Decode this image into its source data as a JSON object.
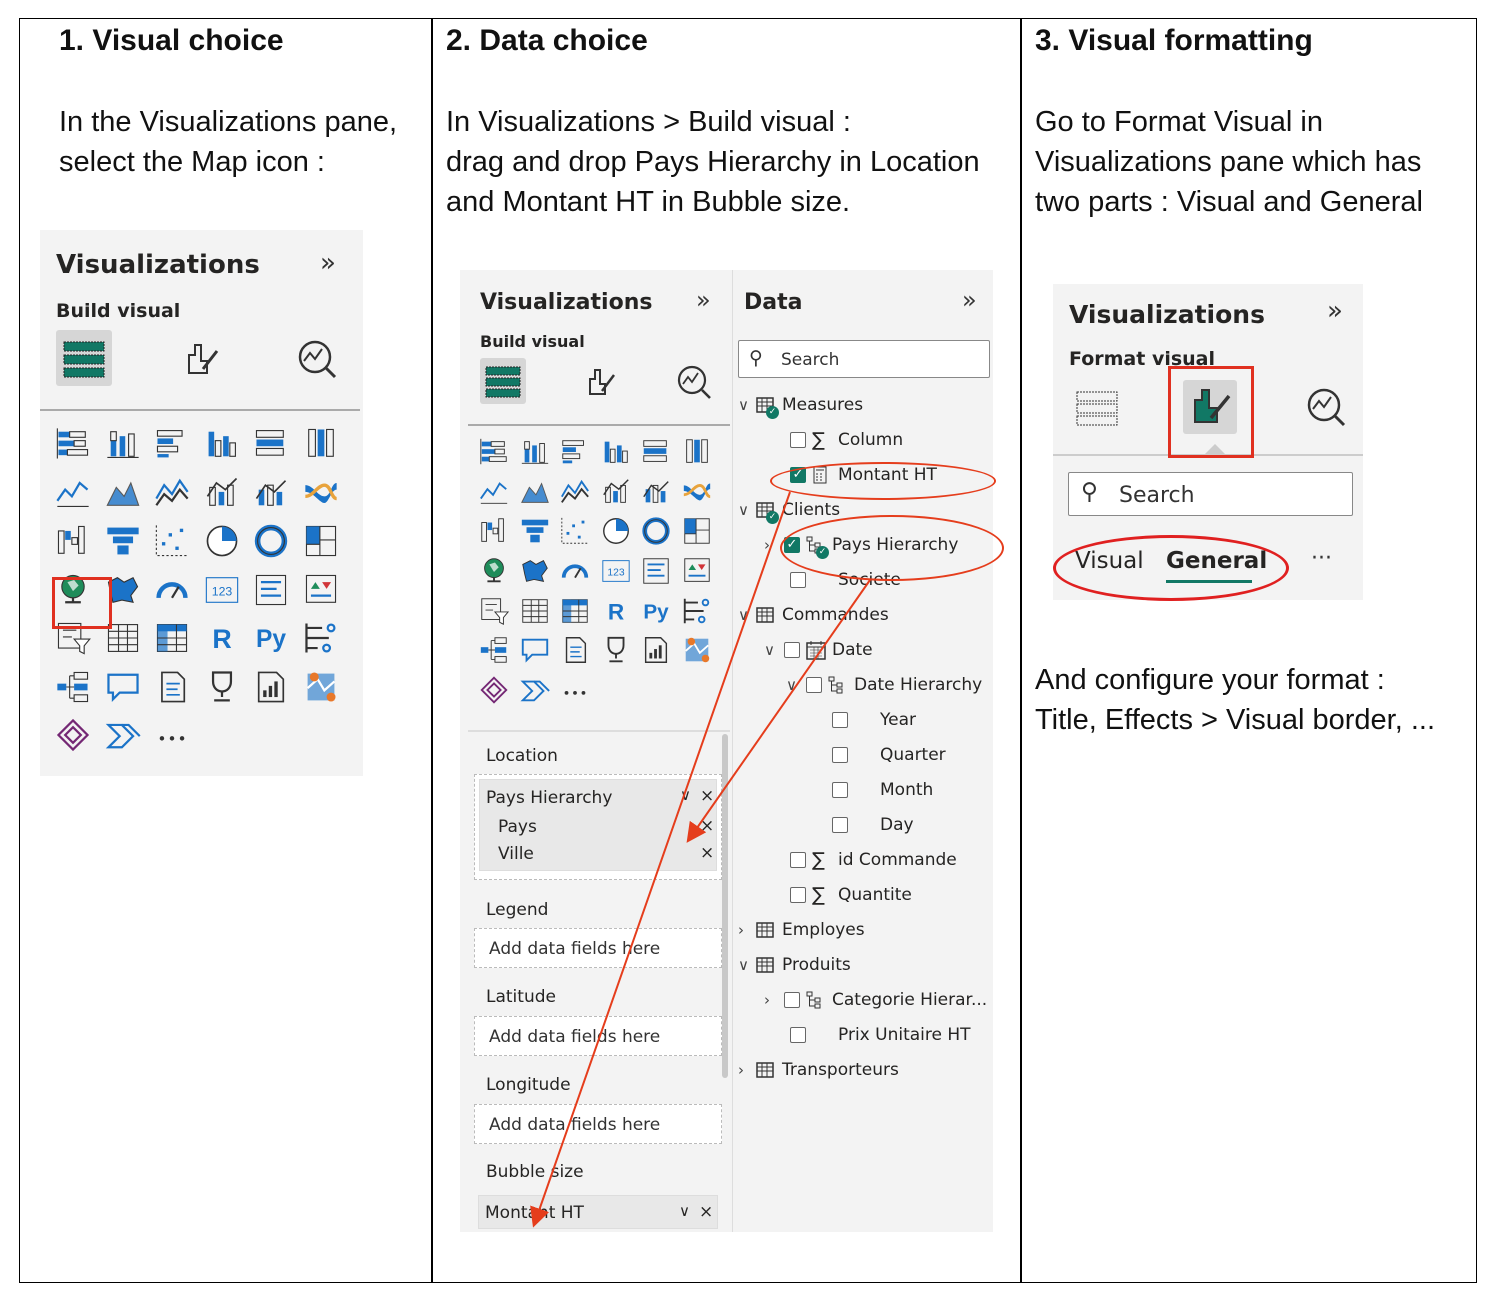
{
  "columns": [
    {
      "heading": "1. Visual choice",
      "text_lines": [
        "In the Visualizations pane,",
        "select the Map icon :"
      ]
    },
    {
      "heading": "2. Data choice",
      "text_lines": [
        "In Visualizations > Build visual :",
        "drag and drop Pays Hierarchy in Location",
        "and Montant HT in Bubble size."
      ]
    },
    {
      "heading": "3. Visual formatting",
      "text_lines": [
        "Go to Format Visual in",
        "Visualizations pane which has",
        "two parts : Visual and General"
      ],
      "text_lines_2": [
        "And configure your format :",
        "Title, Effects > Visual border, ..."
      ]
    }
  ],
  "pane1": {
    "title": "Visualizations",
    "subtitle": "Build visual",
    "more": "..."
  },
  "pane2": {
    "title": "Visualizations",
    "subtitle": "Build visual",
    "more": "...",
    "wells": {
      "location_label": "Location",
      "location_field": "Pays Hierarchy",
      "location_sub": [
        "Pays",
        "Ville"
      ],
      "legend_label": "Legend",
      "latitude_label": "Latitude",
      "longitude_label": "Longitude",
      "placeholder": "Add data fields here",
      "bubble_label": "Bubble size",
      "bubble_field": "Montant HT"
    },
    "data": {
      "title": "Data",
      "search_placeholder": "Search",
      "items": [
        {
          "label": "Measures",
          "kind": "table"
        },
        {
          "label": "Column",
          "kind": "measure"
        },
        {
          "label": "Montant HT",
          "kind": "calc",
          "checked": true
        },
        {
          "label": "Clients",
          "kind": "table"
        },
        {
          "label": "Pays Hierarchy",
          "kind": "hier",
          "checked": true
        },
        {
          "label": "Societe",
          "kind": "field"
        },
        {
          "label": "Commandes",
          "kind": "table"
        },
        {
          "label": "Date",
          "kind": "date"
        },
        {
          "label": "Date Hierarchy",
          "kind": "hier"
        },
        {
          "label": "Year",
          "kind": "field"
        },
        {
          "label": "Quarter",
          "kind": "field"
        },
        {
          "label": "Month",
          "kind": "field"
        },
        {
          "label": "Day",
          "kind": "field"
        },
        {
          "label": "id Commande",
          "kind": "measure"
        },
        {
          "label": "Quantite",
          "kind": "measure"
        },
        {
          "label": "Employes",
          "kind": "table"
        },
        {
          "label": "Produits",
          "kind": "table"
        },
        {
          "label": "Categorie Hierar...",
          "kind": "hier"
        },
        {
          "label": "Prix Unitaire HT",
          "kind": "field"
        },
        {
          "label": "Transporteurs",
          "kind": "table"
        }
      ]
    }
  },
  "pane3": {
    "title": "Visualizations",
    "subtitle": "Format visual",
    "search_placeholder": "Search",
    "tab_visual": "Visual",
    "tab_general": "General",
    "more": "···"
  },
  "colors": {
    "accent": "#117865",
    "icon_blue": "#1b73c8",
    "annotation_red": "#e03020"
  }
}
